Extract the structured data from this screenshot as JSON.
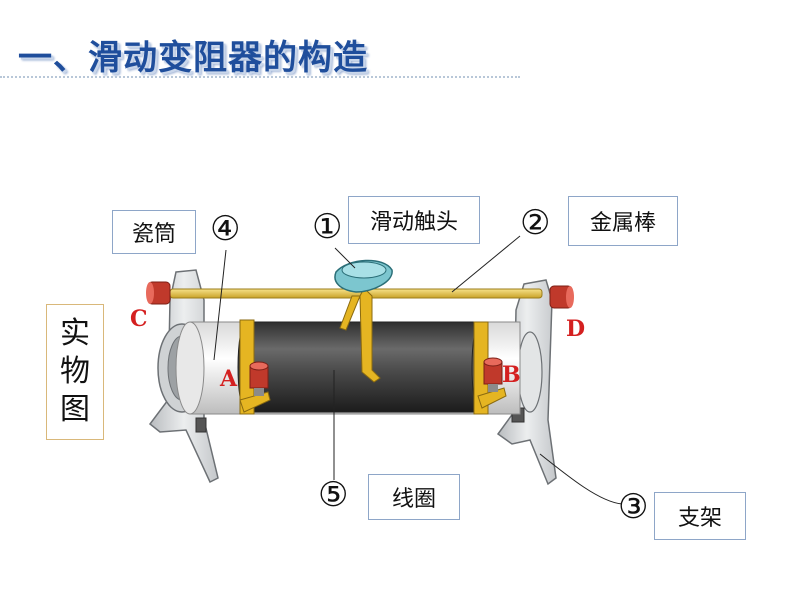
{
  "title": "一、滑动变阻器的构造",
  "side_label_chars": [
    "实",
    "物",
    "图"
  ],
  "labels": {
    "ceramic_tube": "瓷筒",
    "slider_contact": "滑动触头",
    "metal_rod": "金属棒",
    "coil": "线圈",
    "stand": "支架"
  },
  "numbers": {
    "n1": "①",
    "n2": "②",
    "n3": "③",
    "n4": "④",
    "n5": "⑤"
  },
  "terminals": {
    "a": "A",
    "b": "B",
    "c": "C",
    "d": "D"
  },
  "colors": {
    "title": "#1f4e9c",
    "coil": "#4a4a4a",
    "rod": "#e8c34a",
    "terminal": "#c0392b",
    "slider": "#7cc6cf",
    "stand": "#d4d6d8",
    "pin_label": "#d42020"
  }
}
